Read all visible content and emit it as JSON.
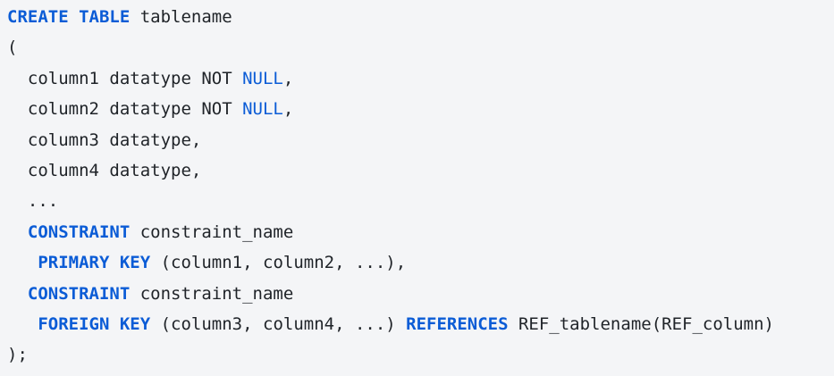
{
  "code": {
    "lines": [
      {
        "indent": "",
        "tokens": [
          {
            "t": "CREATE TABLE",
            "c": "kw"
          },
          {
            "t": " tablename",
            "c": "plain"
          }
        ]
      },
      {
        "indent": "",
        "tokens": [
          {
            "t": "(",
            "c": "plain"
          }
        ]
      },
      {
        "indent": "  ",
        "tokens": [
          {
            "t": "column1 datatype NOT ",
            "c": "plain"
          },
          {
            "t": "NULL",
            "c": "lit"
          },
          {
            "t": ",",
            "c": "plain"
          }
        ]
      },
      {
        "indent": "  ",
        "tokens": [
          {
            "t": "column2 datatype NOT ",
            "c": "plain"
          },
          {
            "t": "NULL",
            "c": "lit"
          },
          {
            "t": ",",
            "c": "plain"
          }
        ]
      },
      {
        "indent": "  ",
        "tokens": [
          {
            "t": "column3 datatype,",
            "c": "plain"
          }
        ]
      },
      {
        "indent": "  ",
        "tokens": [
          {
            "t": "column4 datatype,",
            "c": "plain"
          }
        ]
      },
      {
        "indent": "  ",
        "tokens": [
          {
            "t": "...",
            "c": "plain"
          }
        ]
      },
      {
        "indent": "  ",
        "tokens": [
          {
            "t": "CONSTRAINT",
            "c": "kw"
          },
          {
            "t": " constraint_name",
            "c": "plain"
          }
        ]
      },
      {
        "indent": "   ",
        "tokens": [
          {
            "t": "PRIMARY KEY",
            "c": "kw"
          },
          {
            "t": " (column1, column2, ...),",
            "c": "plain"
          }
        ]
      },
      {
        "indent": "  ",
        "tokens": [
          {
            "t": "CONSTRAINT",
            "c": "kw"
          },
          {
            "t": " constraint_name",
            "c": "plain"
          }
        ]
      },
      {
        "indent": "   ",
        "tokens": [
          {
            "t": "FOREIGN KEY",
            "c": "kw"
          },
          {
            "t": " (column3, column4, ...) ",
            "c": "plain"
          },
          {
            "t": "REFERENCES",
            "c": "kw"
          },
          {
            "t": " REF_tablename(REF_column)",
            "c": "plain"
          }
        ]
      },
      {
        "indent": "",
        "tokens": [
          {
            "t": ");",
            "c": "plain"
          }
        ]
      }
    ]
  },
  "colors": {
    "keyword": "#0b5cd6",
    "text": "#1f2328",
    "background": "#f4f5f7"
  }
}
